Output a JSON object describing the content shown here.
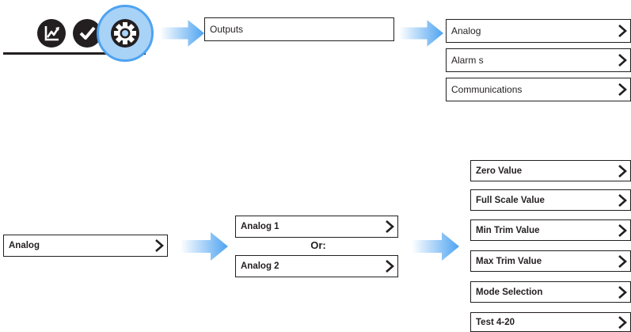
{
  "icons": {
    "chart": "chart-icon",
    "check": "check-icon",
    "gear": "gear-icon",
    "highlight_color": "#4ea3f1"
  },
  "colors": {
    "arrow": "#4ea3f1",
    "border": "#231f20"
  },
  "menu1": {
    "outputs": "Outputs"
  },
  "outputs_menu": {
    "items": [
      "Analog",
      "Alarm s",
      "Communications"
    ]
  },
  "analog_menu": {
    "label": "Analog"
  },
  "analog_choice": {
    "analog1": "Analog 1",
    "or": "Or:",
    "analog2": "Analog 2"
  },
  "analog_settings": {
    "items": [
      "Zero Value",
      "Full Scale Value",
      "Min Trim Value",
      "Max Trim Value",
      "Mode Selection",
      "Test 4-20"
    ]
  }
}
